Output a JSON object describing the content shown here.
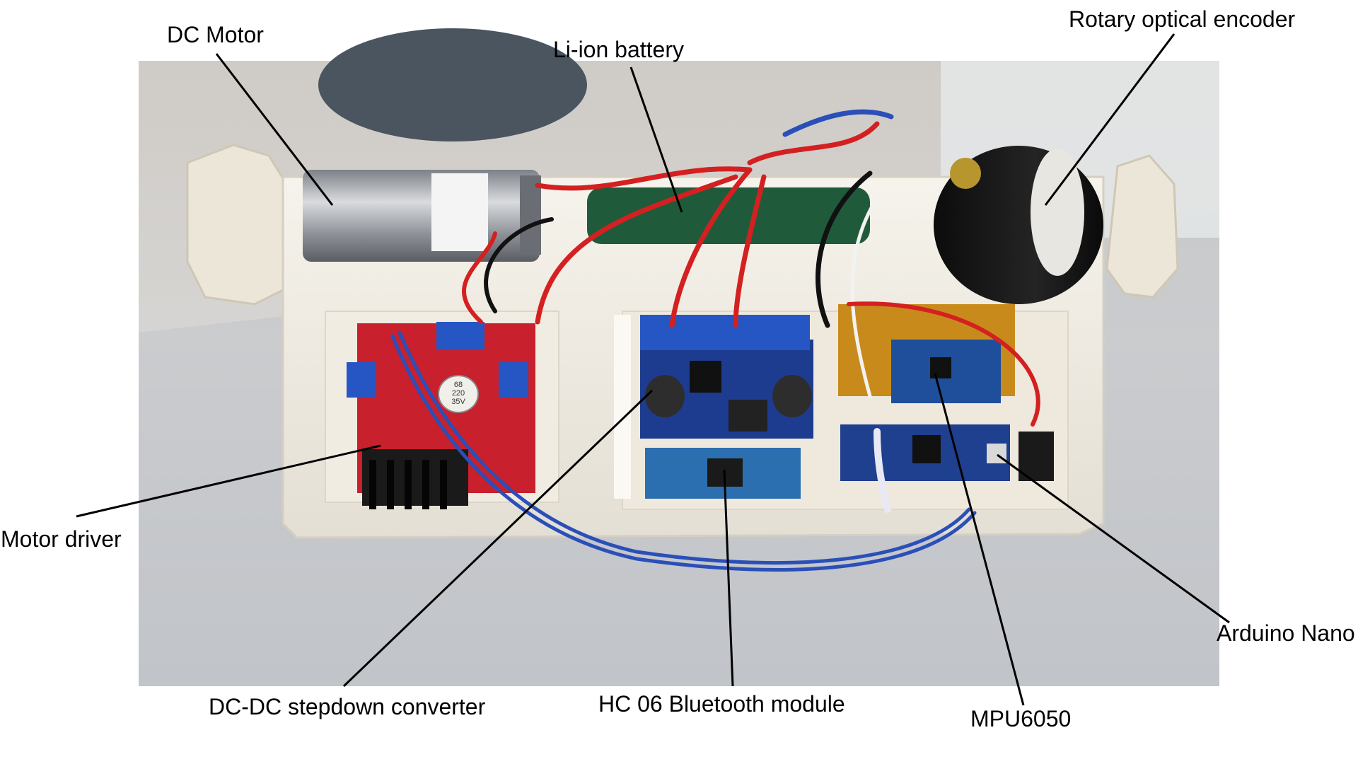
{
  "labels": {
    "dc_motor": "DC Motor",
    "li_ion_battery": "Li-ion battery",
    "rotary_encoder": "Rotary optical encoder",
    "motor_driver": "Motor driver",
    "dc_dc_converter": "DC-DC stepdown converter",
    "bluetooth_module": "HC 06 Bluetooth module",
    "mpu6050": "MPU6050",
    "arduino_nano": "Arduino Nano"
  },
  "board_markings": {
    "capacitor_text": "68\n220\n35V"
  },
  "colors": {
    "line": "#000000",
    "l298n_board": "#c8202c",
    "heatsink": "#1a1a1a",
    "enclosure": "#f3efe6",
    "arduino_board": "#1f3f8f",
    "bluetooth_board": "#2c6fb0",
    "wire_red": "#d42020",
    "wire_blue": "#2a4fb8",
    "wire_black": "#111111",
    "table": "#c9cbcf",
    "wall": "#d8d4cf"
  }
}
